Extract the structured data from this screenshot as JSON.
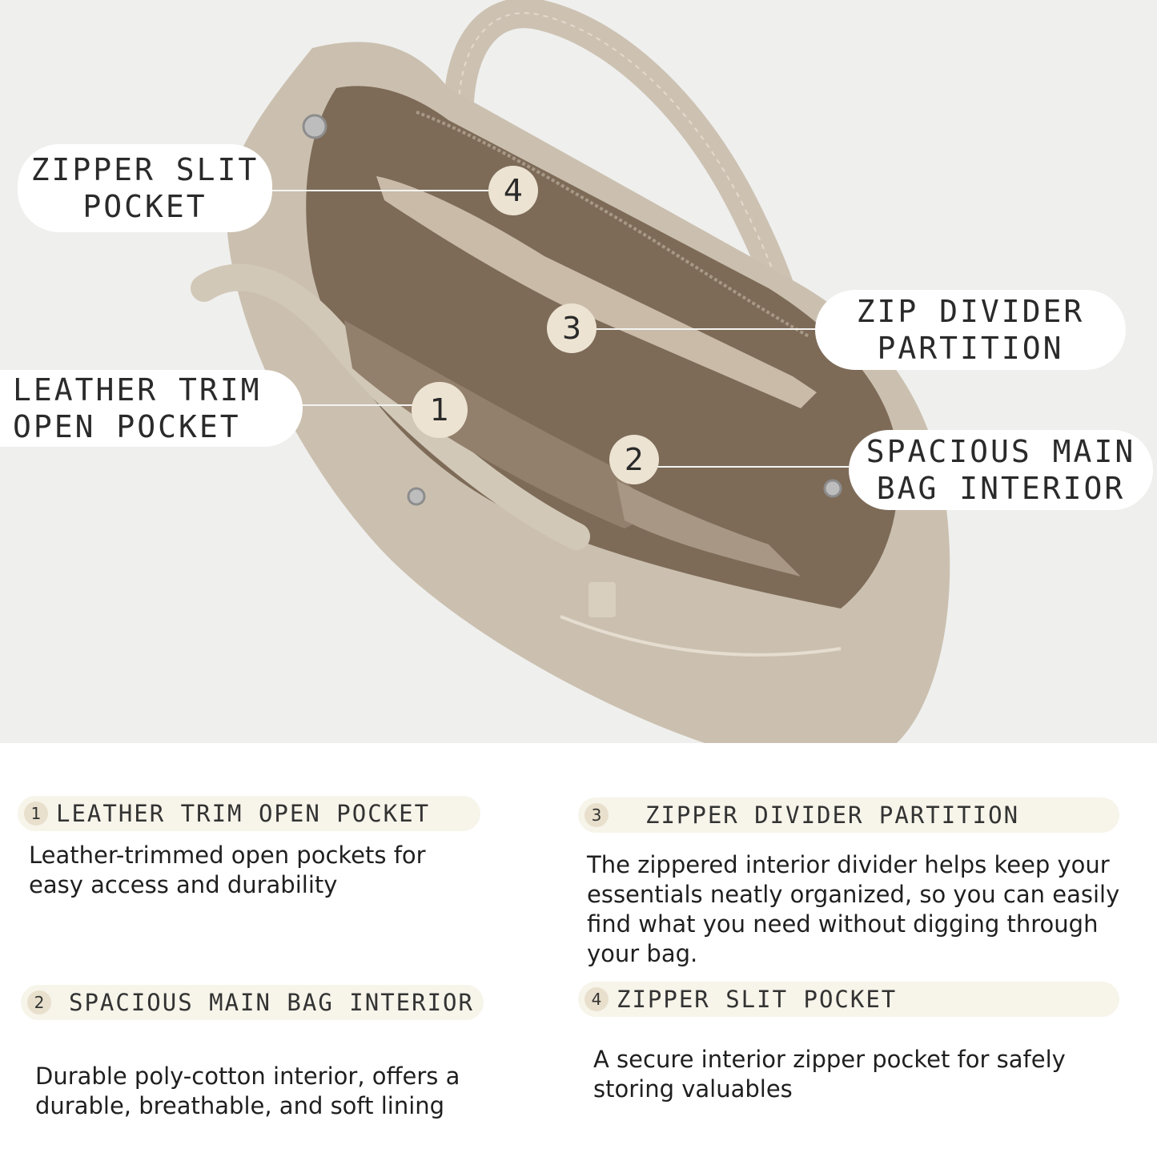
{
  "callouts": {
    "zipper_slit": {
      "line1": "ZIPPER SLIT",
      "line2": "POCKET",
      "number": "4"
    },
    "zip_divider": {
      "line1": "ZIP DIVIDER",
      "line2": "PARTITION",
      "number": "3"
    },
    "leather_trim": {
      "line1": "LEATHER TRIM",
      "line2": "OPEN POCKET",
      "number": "1"
    },
    "spacious_main": {
      "line1": "SPACIOUS MAIN",
      "line2": "BAG INTERIOR",
      "number": "2"
    }
  },
  "features": [
    {
      "number": "1",
      "title": "LEATHER TRIM OPEN POCKET",
      "desc_line1": "Leather-trimmed open pockets for",
      "desc_line2": "easy access and durability"
    },
    {
      "number": "2",
      "title": "SPACIOUS MAIN BAG INTERIOR",
      "desc_line1": "Durable poly-cotton interior, offers a",
      "desc_line2": "durable, breathable, and soft lining"
    },
    {
      "number": "3",
      "title": "ZIPPER DIVIDER PARTITION",
      "desc_line1": "The zippered interior divider helps keep your",
      "desc_line2": "essentials neatly organized, so you can easily",
      "desc_line3": "find what you need without digging through",
      "desc_line4": "your bag."
    },
    {
      "number": "4",
      "title": "ZIPPER SLIT POCKET",
      "desc_line1": "A secure interior zipper pocket for safely",
      "desc_line2": "storing valuables"
    }
  ],
  "colors": {
    "leather": "#cfc4b4",
    "lining": "#8e7b66",
    "background": "#efefee",
    "pill": "#f7f4ea",
    "marker": "#ece3d2"
  }
}
